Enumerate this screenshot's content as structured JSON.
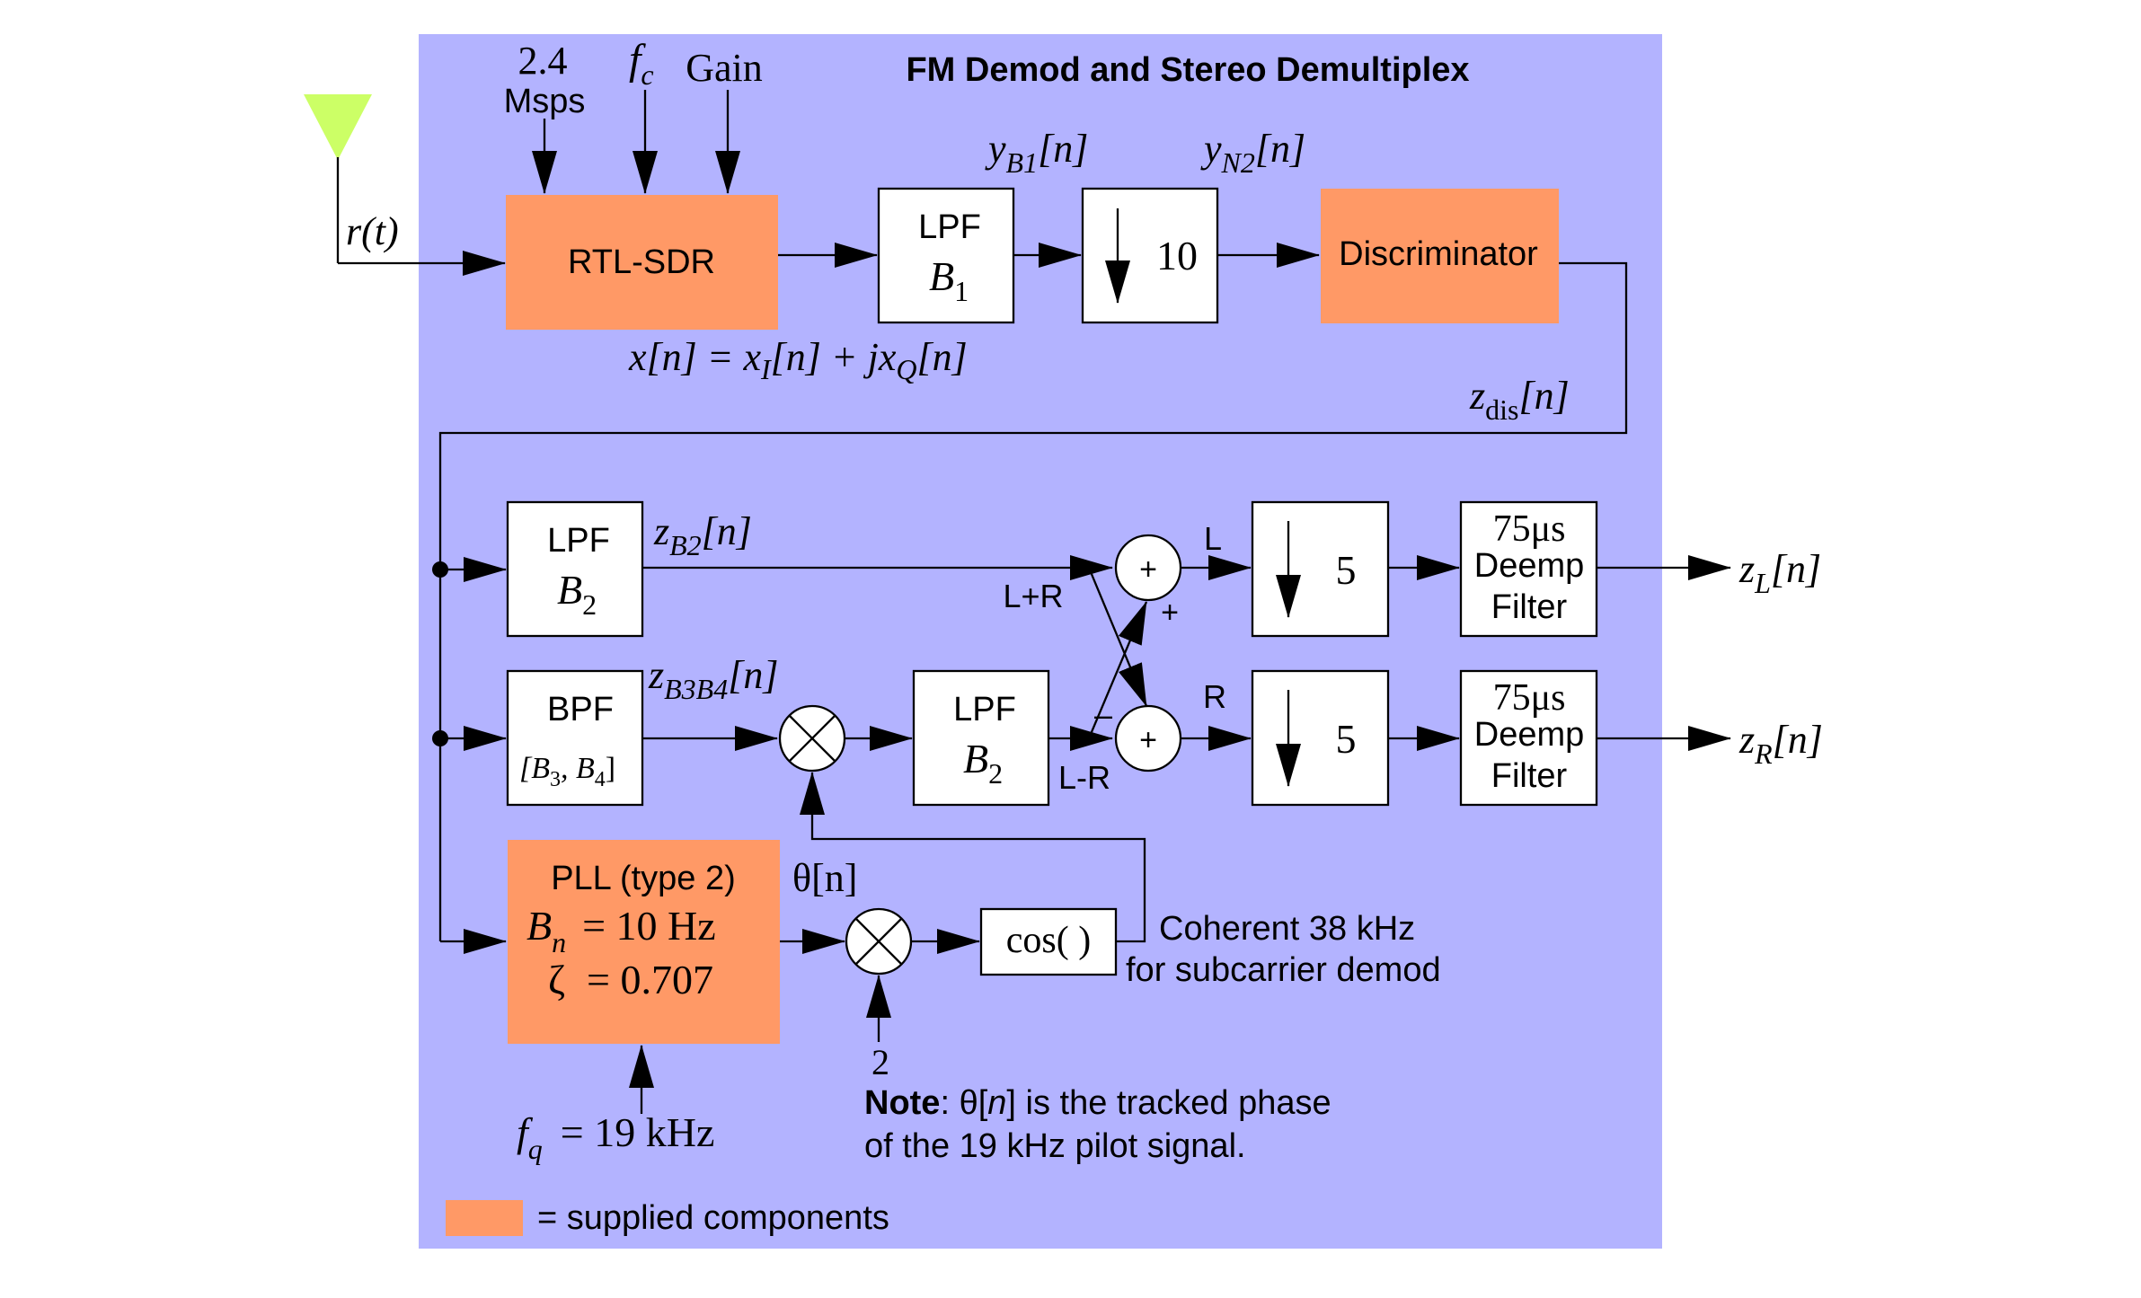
{
  "colors": {
    "panel": "#b3b3ff",
    "supplied": "#ff9966",
    "antenna": "#ccff66",
    "block": "#ffffff",
    "line": "#000000"
  },
  "title": "FM Demod and Stereo Demultiplex",
  "inputs": {
    "rate_value": "2.4",
    "rate_unit": "Msps",
    "fc_symbol": "f",
    "fc_sub": "c",
    "gain": "Gain",
    "rt": "r(t)"
  },
  "blocks": {
    "rtl_sdr": "RTL-SDR",
    "lpf_b1_name": "LPF",
    "lpf_b1_sym": "B",
    "lpf_b1_sub": "1",
    "dec10_factor": "10",
    "discriminator": "Discriminator",
    "lpf_b2_top_name": "LPF",
    "lpf_b2_top_sym": "B",
    "lpf_b2_top_sub": "2",
    "bpf_name": "BPF",
    "bpf_range": "[B",
    "bpf_sub3": "3",
    "bpf_mid": ", B",
    "bpf_sub4": "4",
    "bpf_close": "]",
    "lpf_b2_mid_name": "LPF",
    "lpf_b2_mid_sym": "B",
    "lpf_b2_mid_sub": "2",
    "dec5_top_factor": "5",
    "dec5_bot_factor": "5",
    "deemp_top_l1": "75μs",
    "deemp_top_l2": "Deemp",
    "deemp_top_l3": "Filter",
    "deemp_bot_l1": "75μs",
    "deemp_bot_l2": "Deemp",
    "deemp_bot_l3": "Filter",
    "pll_title": "PLL (type 2)",
    "pll_bn": "B",
    "pll_bn_sub": "n",
    "pll_bn_val": "=  10 Hz",
    "pll_zeta": "ζ",
    "pll_zeta_val": "=  0.707",
    "cos": "cos( )",
    "mult2": "2"
  },
  "signals": {
    "yb1": "y",
    "yb1_sub": "B1",
    "yb1_arg": "[n]",
    "yn2": "y",
    "yn2_sub": "N2",
    "yn2_arg": "[n]",
    "xn": "x[n]  =  x",
    "xn_sub_i": "I",
    "xn_mid": "[n] + jx",
    "xn_sub_q": "Q",
    "xn_end": "[n]",
    "zdis": "z",
    "zdis_sub": "dis",
    "zdis_arg": "[n]",
    "zb2": "z",
    "zb2_sub": "B2",
    "zb2_arg": "[n]",
    "zb3b4": "z",
    "zb3b4_sub": "B3B4",
    "zb3b4_arg": "[n]",
    "theta": "θ[n]",
    "zl": "z",
    "zl_sub": "L",
    "zl_arg": "[n]",
    "zr": "z",
    "zr_sub": "R",
    "zr_arg": "[n]",
    "lpr": "L+R",
    "lmr": "L-R",
    "l": "L",
    "r": "R",
    "plus1": "+",
    "plus2": "+",
    "plus3": "+",
    "plus4": "+",
    "minus": "–",
    "fq": "f",
    "fq_sub": "q",
    "fq_val": "=  19 kHz"
  },
  "notes": {
    "coherent_l1": "Coherent 38 kHz",
    "coherent_l2": "for subcarrier demod",
    "note_bold": "Note",
    "note_rest1": ": θ[",
    "note_n": "n",
    "note_rest2": "] is the tracked phase",
    "note_l2": "of the 19 kHz pilot signal.",
    "legend": "= supplied components"
  }
}
